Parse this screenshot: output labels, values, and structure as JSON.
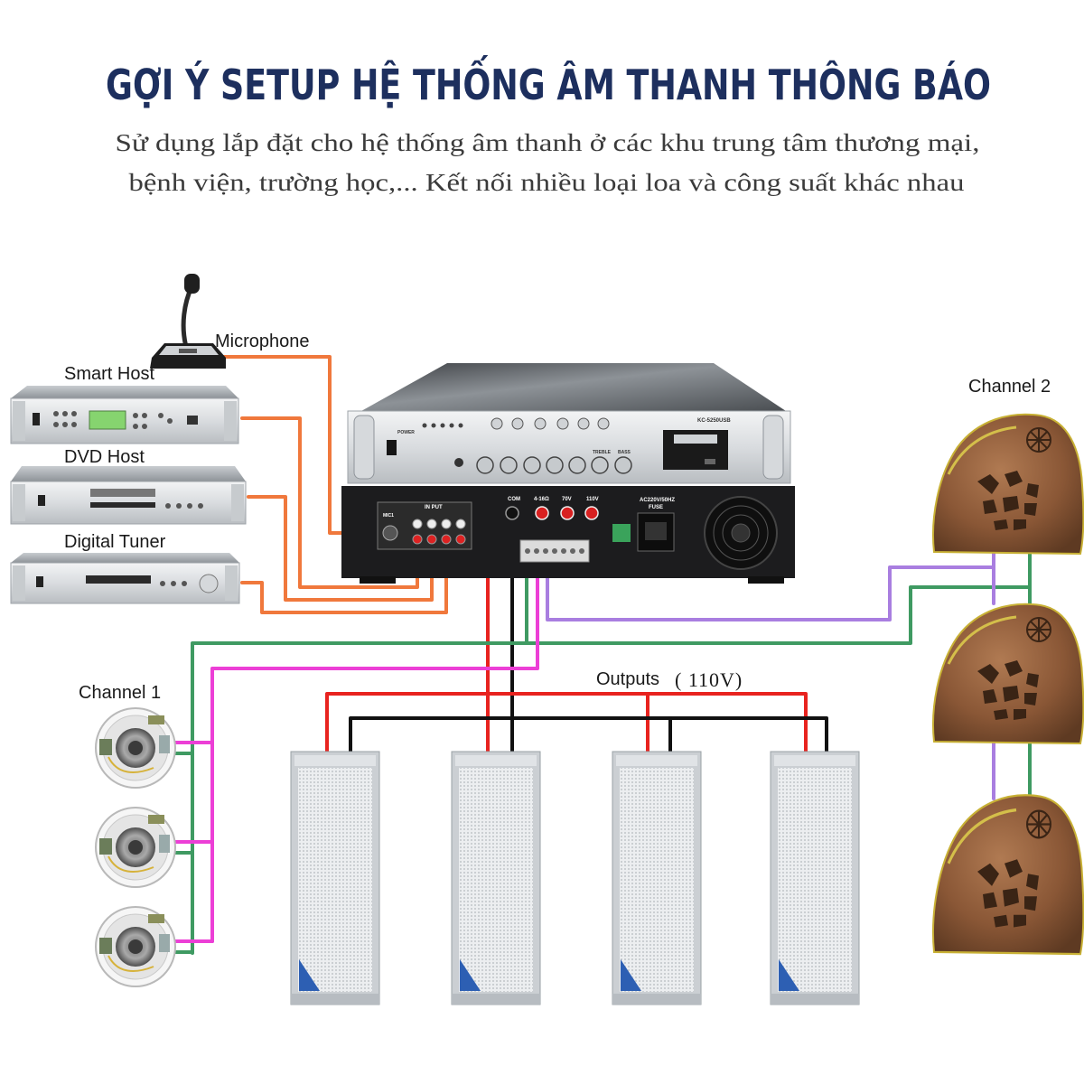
{
  "title": "GỢI Ý SETUP HỆ THỐNG ÂM THANH THÔNG BÁO",
  "subtitle": [
    "Sử dụng lắp đặt cho hệ thống âm thanh ở các khu trung tâm thương mại,",
    "bệnh viện, trường học,... Kết nối nhiều loại loa và công suất khác nhau"
  ],
  "labels": {
    "microphone": "Microphone",
    "smart_host": "Smart Host",
    "dvd_host": "DVD Host",
    "digital_tuner": "Digital Tuner",
    "channel_1": "Channel 1",
    "channel_2": "Channel 2",
    "outputs": "Outputs",
    "outputs_voltage": "( 110V)"
  },
  "amplifier": {
    "model": "KC-5250USB",
    "power": "POWER",
    "treble": "TREBLE",
    "bass": "BASS",
    "input": "IN PUT",
    "mic1": "MIC1",
    "terminals": [
      "COM",
      "4-16Ω",
      "70V",
      "110V"
    ],
    "ac": "AC220V/50HZ",
    "fuse": "FUSE"
  },
  "colors": {
    "title": "#1d2f5e",
    "subtitle": "#3b3b3b",
    "wire_input": "#f0783c",
    "wire_positive": "#e8231f",
    "wire_common": "#111111",
    "wire_channel_green": "#3f9a62",
    "wire_channel1_pink": "#ec3fd6",
    "wire_channel2_purple": "#a97ee0"
  }
}
